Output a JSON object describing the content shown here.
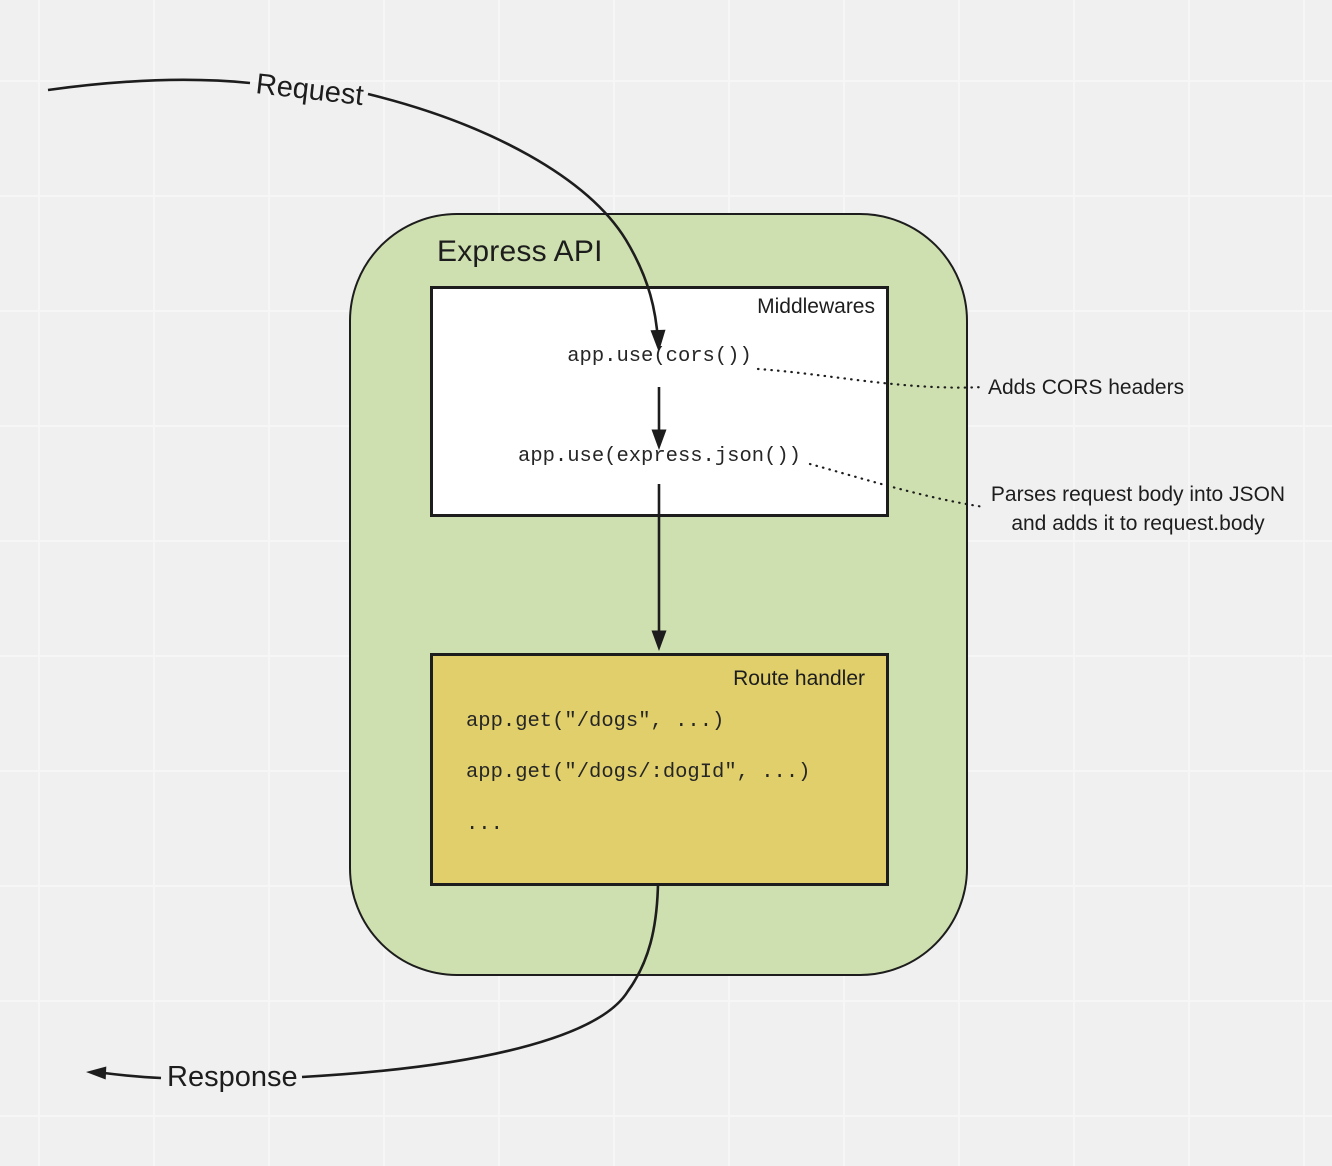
{
  "labels": {
    "request": "Request",
    "response": "Response"
  },
  "express_api": {
    "title": "Express API"
  },
  "middlewares": {
    "title": "Middlewares",
    "lines": [
      "app.use(cors())",
      "app.use(express.json())"
    ]
  },
  "route_handler": {
    "title": "Route handler",
    "lines": [
      "app.get(\"/dogs\", ...)",
      "app.get(\"/dogs/:dogId\", ...)",
      "..."
    ]
  },
  "annotations": {
    "cors": "Adds CORS headers",
    "json_line1": "Parses request body into JSON",
    "json_line2": "and adds it to request.body"
  },
  "colors": {
    "background": "#f0f0f0",
    "grid_line": "#f6f6f6",
    "stroke": "#1d1d1d",
    "express_box": "#cfe0b0",
    "middleware_box": "#ffffff",
    "route_box": "#e0cf6a"
  }
}
